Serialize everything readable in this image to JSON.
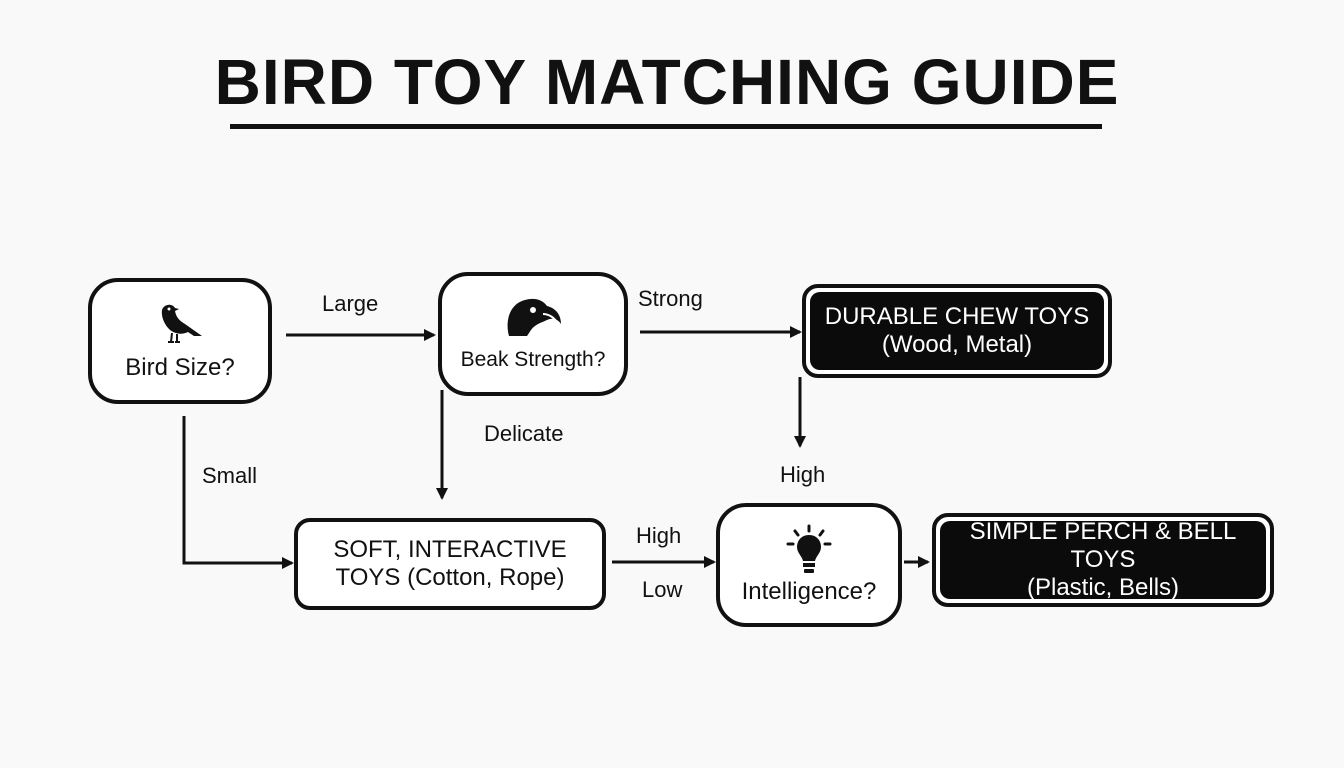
{
  "title": "BIRD TOY MATCHING GUIDE",
  "nodes": {
    "bird_size": {
      "label": "Bird Size?",
      "icon": "bird-icon"
    },
    "beak_strength": {
      "label": "Beak Strength?",
      "icon": "parrot-head-icon"
    },
    "durable": {
      "line1": "DURABLE CHEW TOYS",
      "line2": "(Wood, Metal)"
    },
    "soft": {
      "line1": "SOFT, INTERACTIVE",
      "line2": "TOYS (Cotton, Rope)"
    },
    "intelligence": {
      "label": "Intelligence?",
      "icon": "lightbulb-icon"
    },
    "simple": {
      "line1": "SIMPLE PERCH & BELL TOYS",
      "line2": "(Plastic, Bells)"
    }
  },
  "edges": {
    "large": "Large",
    "small": "Small",
    "strong": "Strong",
    "delicate": "Delicate",
    "high_down": "High",
    "high_mid": "High",
    "low_mid": "Low"
  },
  "colors": {
    "ink": "#111111",
    "background": "#f9f9f9",
    "dark_fill": "#0b0b0b"
  }
}
